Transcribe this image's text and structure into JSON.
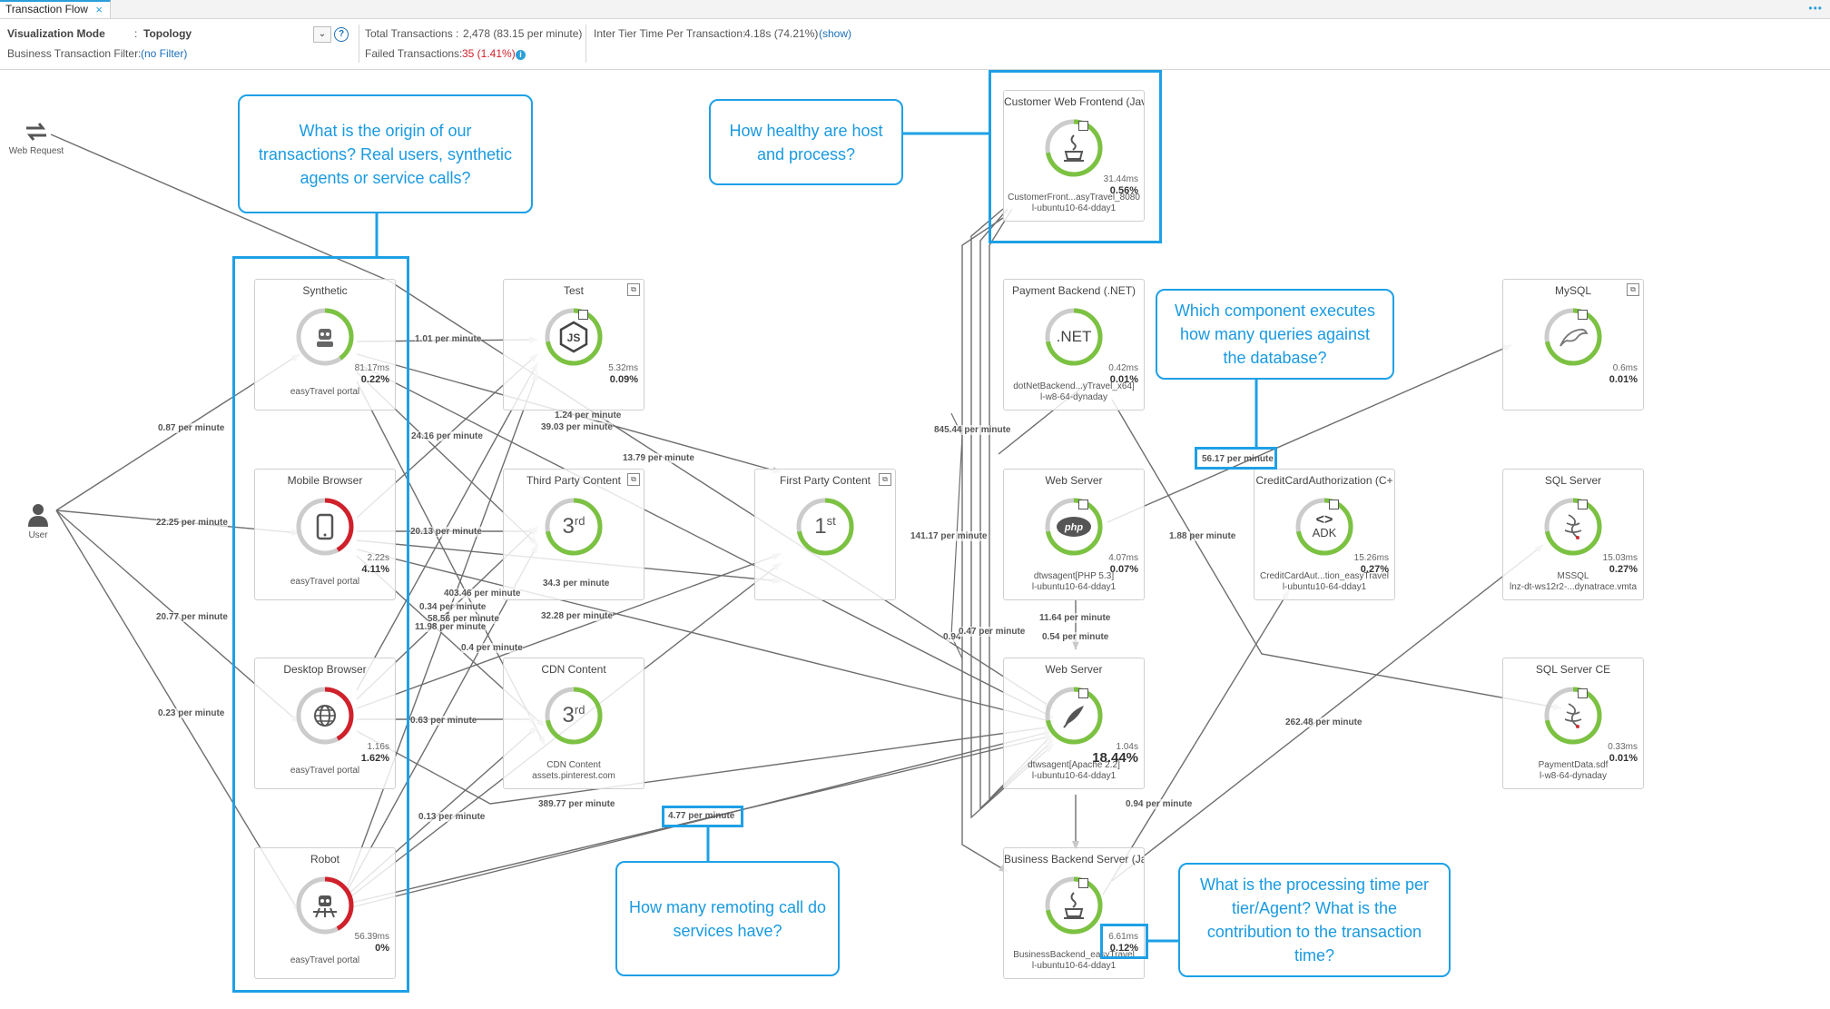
{
  "tab": {
    "title": "Transaction Flow",
    "close": "×",
    "more": "•••"
  },
  "toolbar": {
    "vis_label": "Visualization Mode",
    "vis_colon": ":",
    "vis_value": "Topology",
    "filter_label": "Business Transaction Filter:",
    "filter_value": "(no Filter)",
    "total_label": "Total Transactions :",
    "total_value": "2,478 (83.15 per minute)",
    "failed_label": "Failed Transactions:",
    "failed_value": "35 (1.41%)",
    "inter_label": "Inter Tier Time Per Transaction:",
    "inter_value": "4.18s (74.21%)",
    "show_link": "(show)"
  },
  "sources": {
    "web_request": "Web Request",
    "user": "User"
  },
  "nodes": {
    "synthetic": {
      "title": "Synthetic",
      "ms": "81.17ms",
      "pct": "0.22%",
      "sub1": "easyTravel portal",
      "icon": "robot-icon"
    },
    "mobile": {
      "title": "Mobile Browser",
      "ms": "2.22s",
      "pct": "4.11%",
      "sub1": "easyTravel portal",
      "icon": "mobile-icon"
    },
    "desktop": {
      "title": "Desktop Browser",
      "ms": "1.16s",
      "pct": "1.62%",
      "sub1": "easyTravel portal",
      "icon": "globe-icon"
    },
    "robot": {
      "title": "Robot",
      "ms": "56.39ms",
      "pct": "0%",
      "sub1": "easyTravel portal",
      "icon": "robot-crawler-icon"
    },
    "test": {
      "title": "Test",
      "ms": "5.32ms",
      "pct": "0.09%",
      "glyph": "JS",
      "icon": "nodejs-icon"
    },
    "thirdparty": {
      "title": "Third Party Content",
      "glyph": "3rd",
      "icon": "third-party-icon"
    },
    "cdn": {
      "title": "CDN Content",
      "glyph": "3rd",
      "sub1": "CDN Content",
      "sub2": "assets.pinterest.com",
      "icon": "cdn-icon"
    },
    "firstparty": {
      "title": "First Party Content",
      "glyph": "1st",
      "icon": "first-party-icon"
    },
    "customerweb": {
      "title": "Customer Web Frontend (Jav",
      "ms": "31.44ms",
      "pct": "0.56%",
      "sub1": "CustomerFront...asyTravel_8080",
      "sub2": "l-ubuntu10-64-dday1",
      "icon": "java-icon"
    },
    "payment": {
      "title": "Payment Backend (.NET)",
      "ms": "0.42ms",
      "pct": "0.01%",
      "glyph": ".NET",
      "sub1": "dotNetBackend...yTravel_x64]",
      "sub2": "l-w8-64-dynaday",
      "icon": "dotnet-icon"
    },
    "webphp": {
      "title": "Web Server",
      "ms": "4.07ms",
      "pct": "0.07%",
      "glyph": "php",
      "sub1": "dtwsagent[PHP 5.3]",
      "sub2": "l-ubuntu10-64-dday1",
      "icon": "php-icon"
    },
    "webapache": {
      "title": "Web Server",
      "ms": "1.04s",
      "pct": "18.44%",
      "sub1": "dtwsagent[Apache 2.2]",
      "sub2": "l-ubuntu10-64-dday1",
      "icon": "apache-feather-icon"
    },
    "business": {
      "title": "Business Backend Server (Jav",
      "ms": "6.61ms",
      "pct": "0.12%",
      "sub1": "BusinessBackend_easyTravel",
      "sub2": "l-ubuntu10-64-dday1",
      "icon": "java-icon"
    },
    "creditcard": {
      "title": "CreditCardAuthorization (C+",
      "ms": "15.26ms",
      "pct": "0.27%",
      "glyph": "ADK",
      "sub1": "CreditCardAut...tion_easyTravel",
      "sub2": "l-ubuntu10-64-dday1",
      "icon": "adk-icon"
    },
    "mysql": {
      "title": "MySQL",
      "ms": "0.6ms",
      "pct": "0.01%",
      "icon": "mysql-dolphin-icon"
    },
    "sqlserver": {
      "title": "SQL Server",
      "ms": "15.03ms",
      "pct": "0.27%",
      "sub1": "MSSQL",
      "sub2": "lnz-dt-ws12r2-...dynatrace.vmta",
      "icon": "sqlserver-icon"
    },
    "sqlce": {
      "title": "SQL Server CE",
      "ms": "0.33ms",
      "pct": "0.01%",
      "sub1": "PaymentData.sdf",
      "sub2": "l-w8-64-dynaday",
      "icon": "sqlserver-ce-icon"
    }
  },
  "rates": {
    "r1": "1.01 per minute",
    "r2": "0.87 per minute",
    "r3": "22.25 per minute",
    "r4": "20.77 per minute",
    "r5": "0.23 per minute",
    "r6": "24.16 per minute",
    "r7": "20.13 per minute",
    "r8": "1.24 per minute",
    "r9": "39.03 per minute",
    "r10": "13.79 per minute",
    "r11": "34.3 per minute",
    "r12": "403.46 per minute",
    "r13": "0.34 per minute",
    "r14": "58.56 per minute",
    "r15": "11.98 per minute",
    "r16": "32.28 per minute",
    "r17": "0.4 per minute",
    "r18": "0.63 per minute",
    "r19": "389.77 per minute",
    "r20": "0.13 per minute",
    "r21": "4.77 per minute",
    "r22": "845.44 per minute",
    "r23": "141.17 per minute",
    "r24": "11.64 per minute",
    "r25": "0.54 per minute",
    "r26": "0.94",
    "r27": "0.47 per minute",
    "r28": "1.88 per minute",
    "r29": "56.17 per minute",
    "r30": "262.48 per minute",
    "r31": "0.94 per minute"
  },
  "callouts": {
    "origin": "What is the origin of our transactions? Real users, synthetic agents or service calls?",
    "healthy": "How healthy are host and process?",
    "queries": "Which component executes how many queries against the database?",
    "remoting": "How many remoting call do services have?",
    "processing": "What is the processing time per tier/Agent? What is the contribution to the transaction time?"
  },
  "colors": {
    "accent": "#1ea0e6",
    "healthy": "#7cc242",
    "error": "#d0202b",
    "ring_bg": "#cccccc"
  }
}
